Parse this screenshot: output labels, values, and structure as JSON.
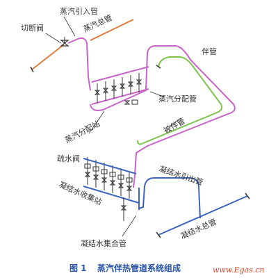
{
  "labels": {
    "steam_inlet": "蒸汽引入管",
    "steam_main": "蒸汽总管",
    "shutoff_valve": "切断阀",
    "tracer": "伴管",
    "steam_dist_pipe": "蒸汽分配管",
    "steam_dist_station": "蒸汽分配站",
    "traced_pipe": "被伴管",
    "trap_valve": "疏水阀",
    "cond_outlet": "凝结水引出管",
    "cond_collect_station": "凝结水收集站",
    "cond_main": "凝结水总管",
    "cond_collect_pipe": "凝结水集合管"
  },
  "caption": {
    "number": "图 1",
    "title": "蒸汽伴热管道系统组成"
  },
  "watermark": "www.Egas.cn",
  "colors": {
    "steam_main": "#e07a3c",
    "tracer": "#c864c8",
    "traced_pipe": "#7cc24c",
    "condensate": "#3c64c0",
    "dark": "#333333"
  }
}
